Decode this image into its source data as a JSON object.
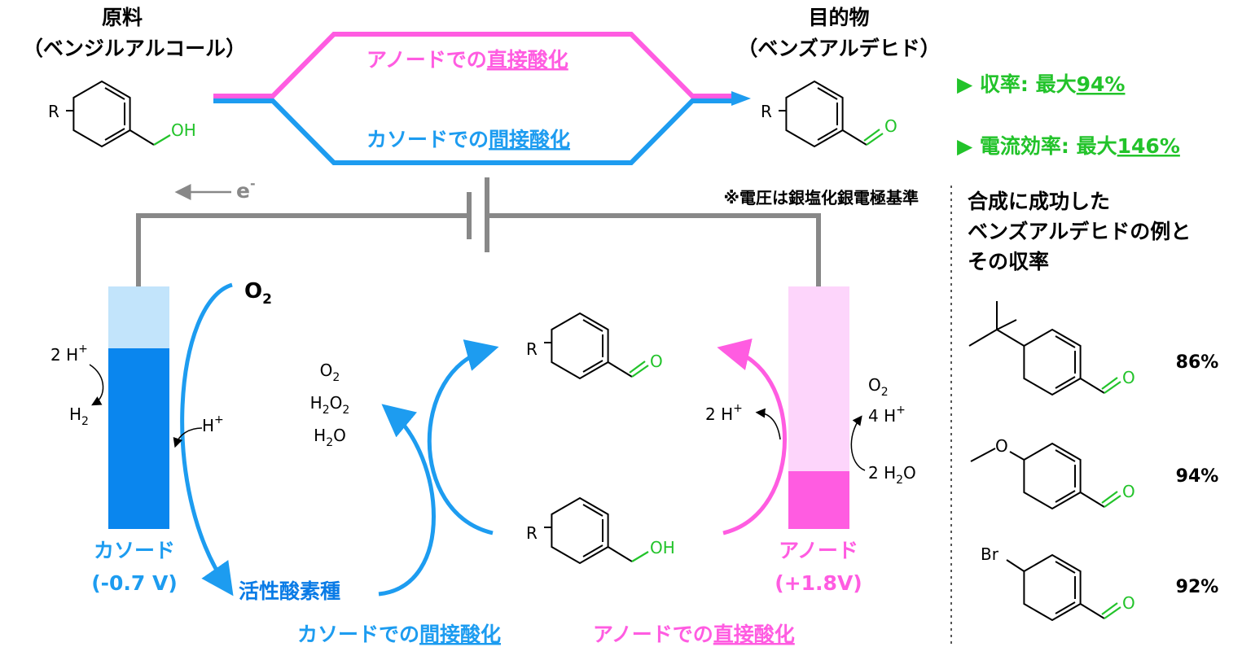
{
  "top": {
    "raw_title": "原料",
    "raw_name": "（ベンジルアルコール）",
    "target_title": "目的物",
    "target_name": "（ベンズアルデヒド）",
    "anode_route_prefix": "アノードでの",
    "anode_route_key": "直接酸化",
    "cathode_route_prefix": "カソードでの",
    "cathode_route_key": "間接酸化",
    "yield_label": "▶ 収率: 最大",
    "yield_value": "94%",
    "efficiency_label": "▶ 電流効率: 最大",
    "efficiency_value": "146%"
  },
  "atoms": {
    "R": "R",
    "OH": "OH",
    "O": "O",
    "Br": "Br"
  },
  "circuit": {
    "electron": "e",
    "electron_sup": "-",
    "voltage_note": "※電圧は銀塩化銀電極基準"
  },
  "cathode": {
    "label": "カソード",
    "potential": "(-0.7 V)",
    "o2": "O",
    "o2_sub": "2",
    "h2_in_num": "2 H",
    "h2_in_sup": "+",
    "h2_out": "H",
    "h2_out_sub": "2",
    "hplus": "H",
    "hplus_sup": "+",
    "ros": "活性酸素種",
    "ros_list": [
      "O2",
      "H2O2",
      "H2O"
    ]
  },
  "anode": {
    "label": "アノード",
    "potential": "(+1.8V)",
    "h_out": "2 H",
    "h_out_sup": "+",
    "o2": "O",
    "o2_sub": "2",
    "h4": "4 H",
    "h4_sup": "+",
    "water": "2 H",
    "water_sub": "2",
    "water_tail": "O"
  },
  "bottom": {
    "cathode_prefix": "カソードでの",
    "cathode_key": "間接酸化",
    "anode_prefix": "アノードでの",
    "anode_key": "直接酸化"
  },
  "examples": {
    "heading": [
      "合成に成功した",
      "ベンズアルデヒドの例と",
      "その収率"
    ],
    "items": [
      {
        "substituent": "tert-butyl",
        "yield": "86%"
      },
      {
        "substituent": "methoxy",
        "yield": "94%"
      },
      {
        "substituent": "Br",
        "yield": "92%"
      }
    ]
  },
  "colors": {
    "anode": "#ff5ce1",
    "cathode": "#1d9cf0",
    "green": "#22c32a",
    "gray": "#888888"
  }
}
